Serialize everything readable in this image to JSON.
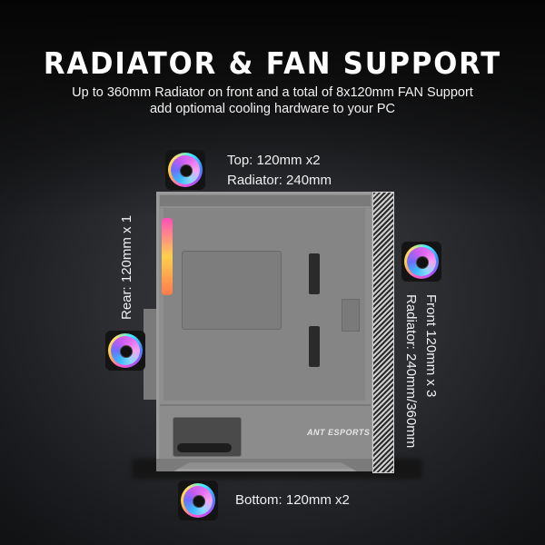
{
  "heading": {
    "title": "RADIATOR & FAN SUPPORT",
    "subtitle_line1": "Up to 360mm Radiator on front and a total of 8x120mm FAN Support",
    "subtitle_line2": "add optiomal cooling hardware to your PC"
  },
  "labels": {
    "top_line1": "Top: 120mm x2",
    "top_line2": "Radiator: 240mm",
    "rear": "Rear: 120mm x 1",
    "front_line1": "Front 120mm x 3",
    "front_line2": "Radiator: 240mm/360mm",
    "bottom": "Bottom: 120mm x2"
  },
  "case": {
    "brand_logo": "ANT ESPORTS"
  },
  "icons": [
    "rgb-fan-icon-top",
    "rgb-fan-icon-rear",
    "rgb-fan-icon-front",
    "rgb-fan-icon-bottom"
  ],
  "colors": {
    "background": "#2a2c30",
    "text": "#ffffff",
    "case_gray": "#8e8e8e"
  }
}
